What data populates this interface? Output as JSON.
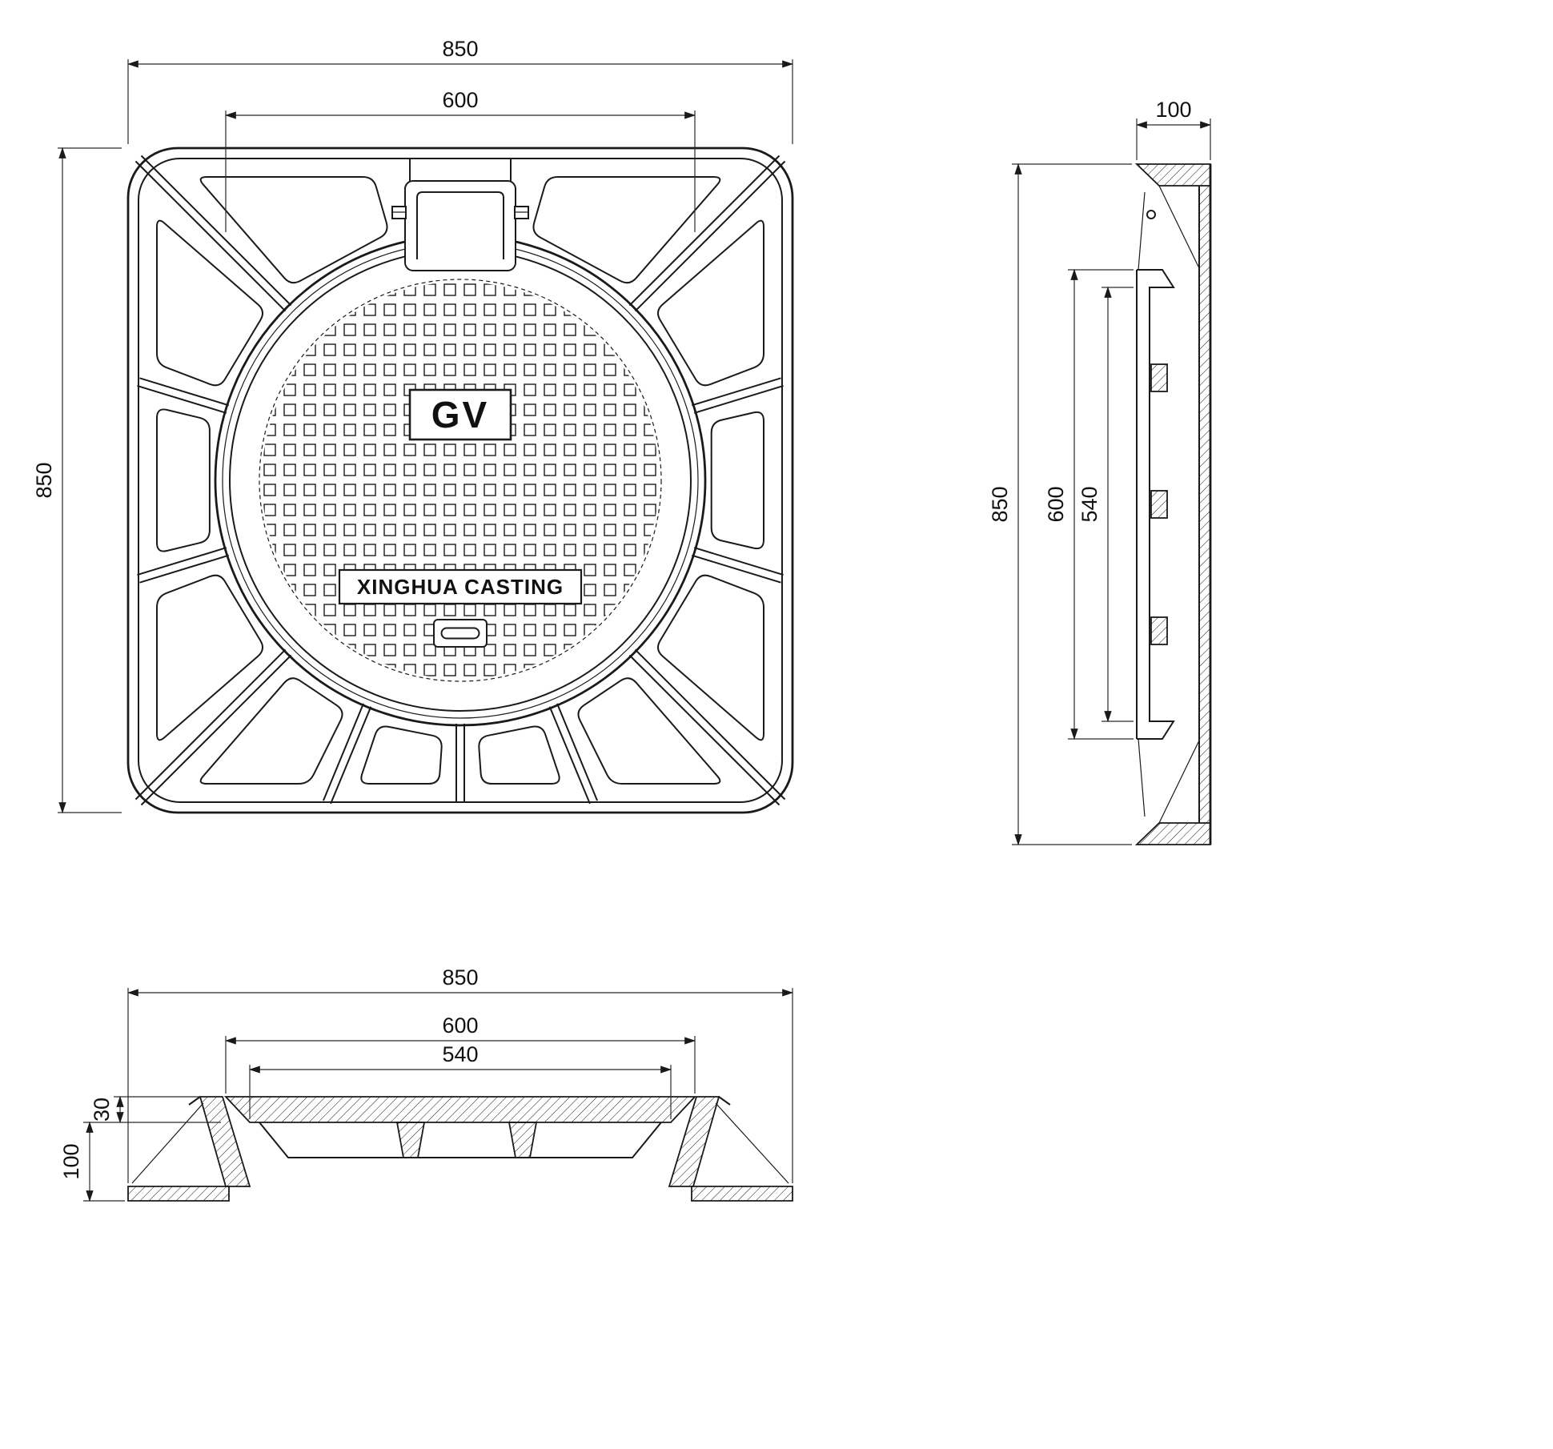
{
  "drawing": {
    "plan_view": {
      "dim_outer_width": "850",
      "dim_cover_diameter": "600",
      "dim_outer_height": "850",
      "cover_mark": "GV",
      "brand_mark": "XINGHUA CASTING"
    },
    "side_view": {
      "dim_flange_width": "100",
      "dim_overall_height": "850",
      "dim_opening": "600",
      "dim_clear_opening": "540"
    },
    "section_view": {
      "dim_outer_width": "850",
      "dim_opening": "600",
      "dim_clear_opening": "540",
      "dim_cover_thickness": "30",
      "dim_frame_height": "100"
    }
  }
}
